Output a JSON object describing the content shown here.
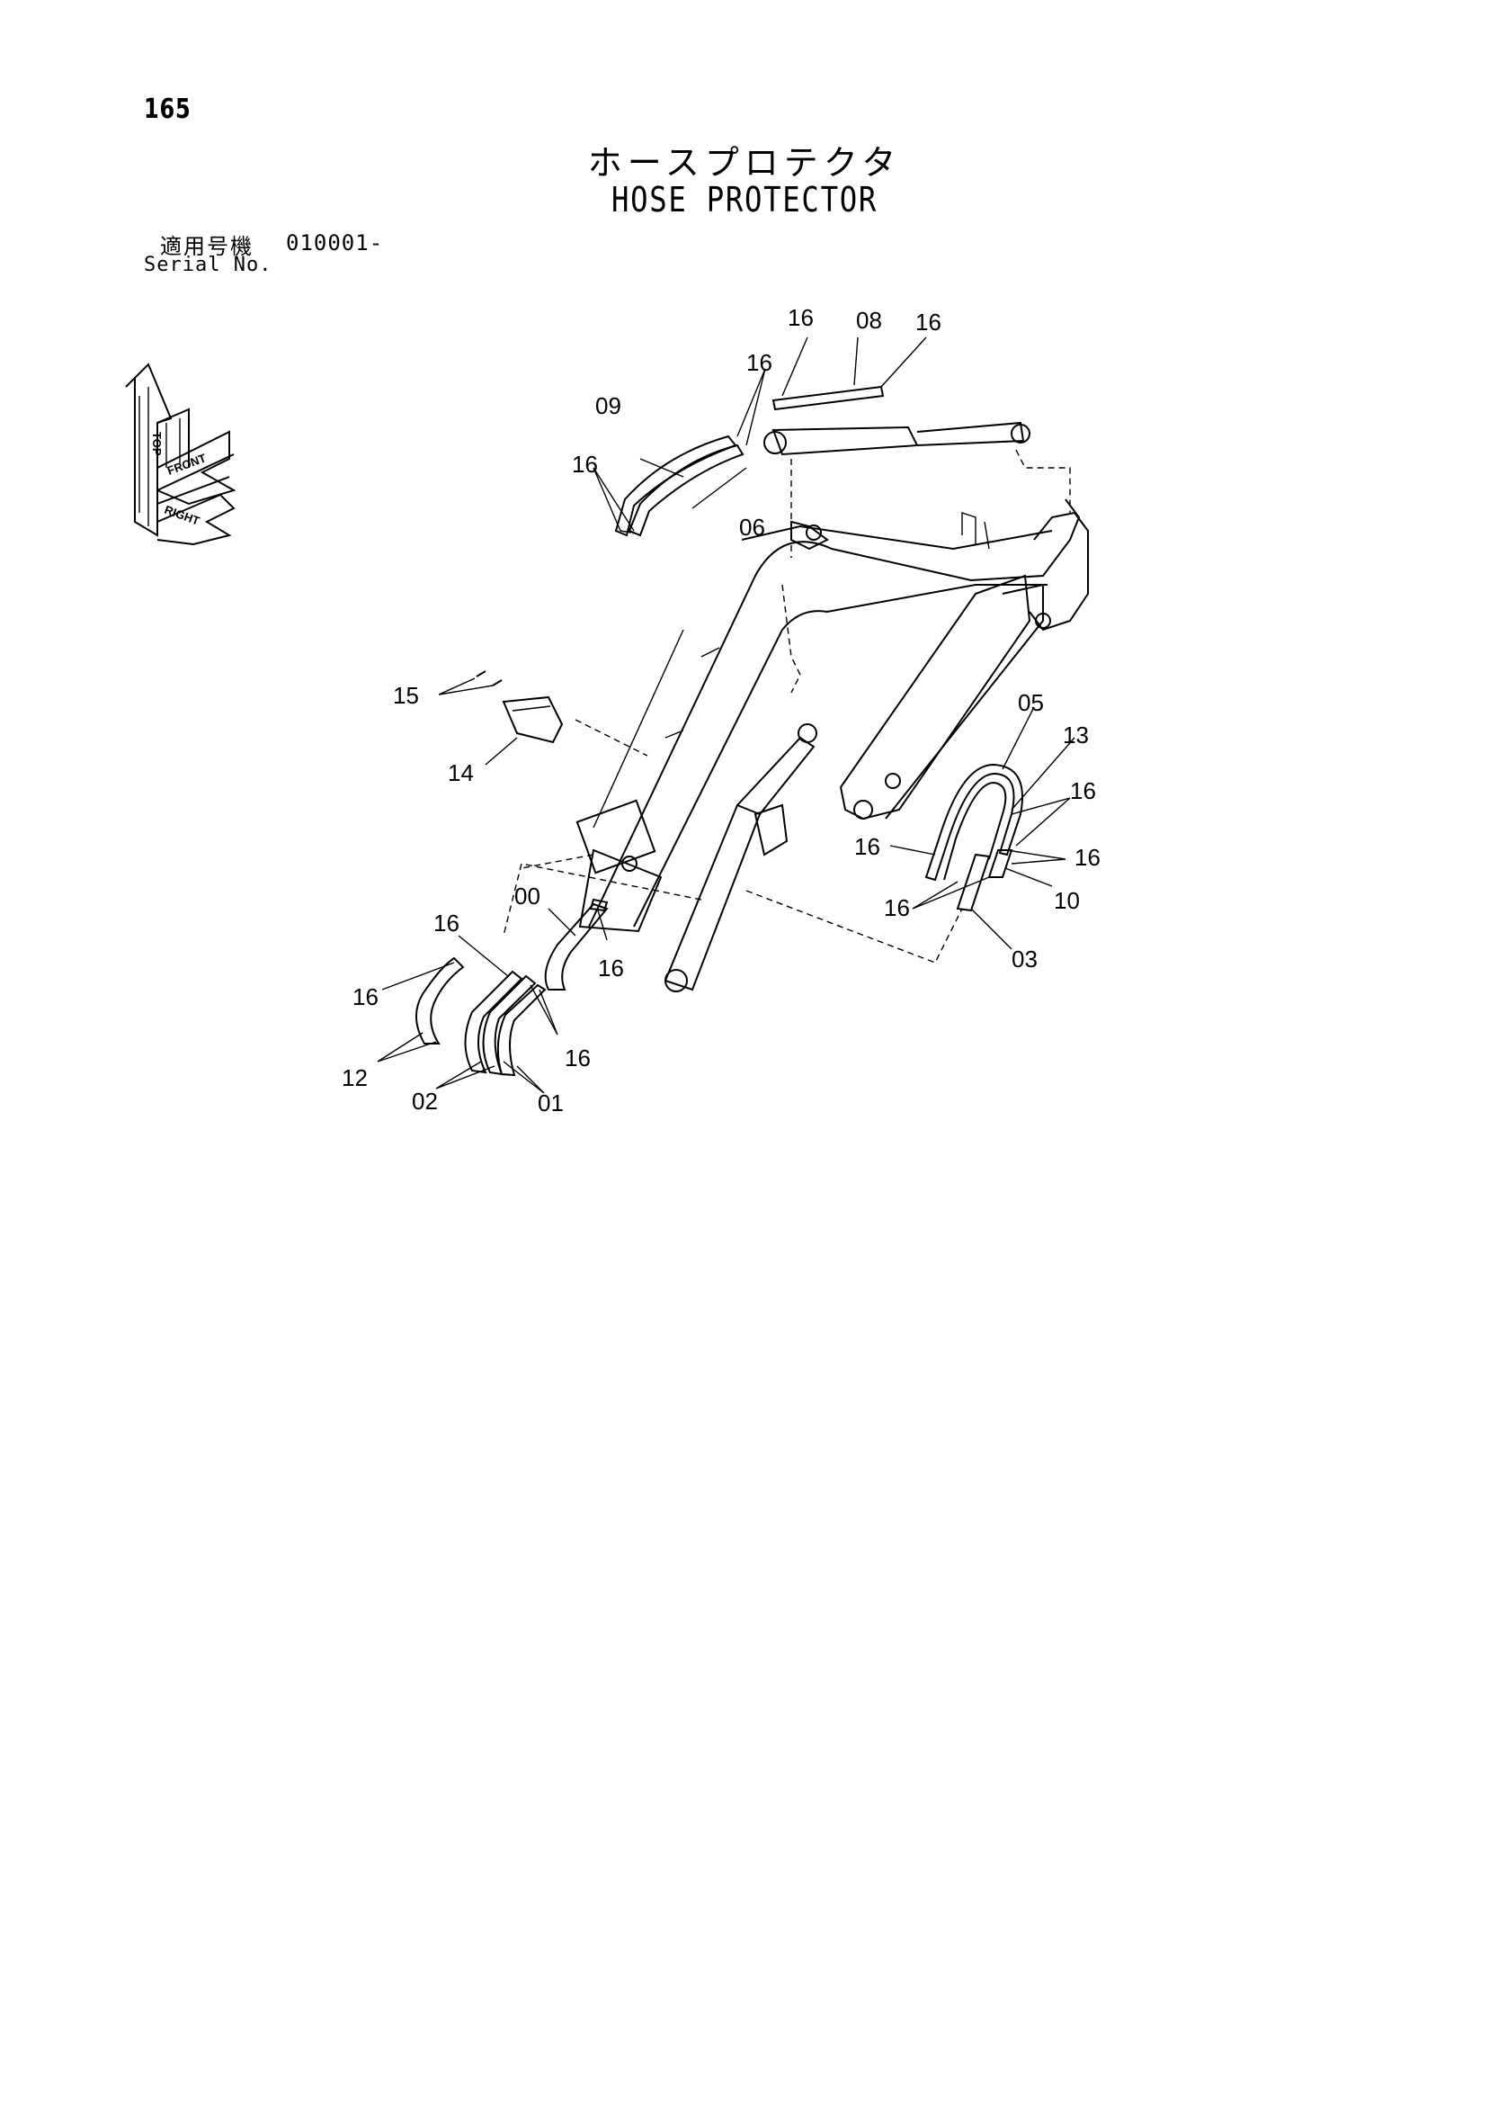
{
  "page": {
    "number": "165"
  },
  "title": {
    "japanese": "ホースプロテクタ",
    "english": "HOSE PROTECTOR"
  },
  "serial": {
    "japanese_label": "適用号機",
    "value": "010001-",
    "english_label": "Serial No."
  },
  "orientation_icon": {
    "top": "TOP",
    "front": "FRONT",
    "right": "RIGHT"
  },
  "callouts": {
    "c00": "00",
    "c01": "01",
    "c02": "02",
    "c03": "03",
    "c05": "05",
    "c06": "06",
    "c08": "08",
    "c09": "09",
    "c10": "10",
    "c12": "12",
    "c13": "13",
    "c14": "14",
    "c15": "15",
    "c16": "16"
  }
}
